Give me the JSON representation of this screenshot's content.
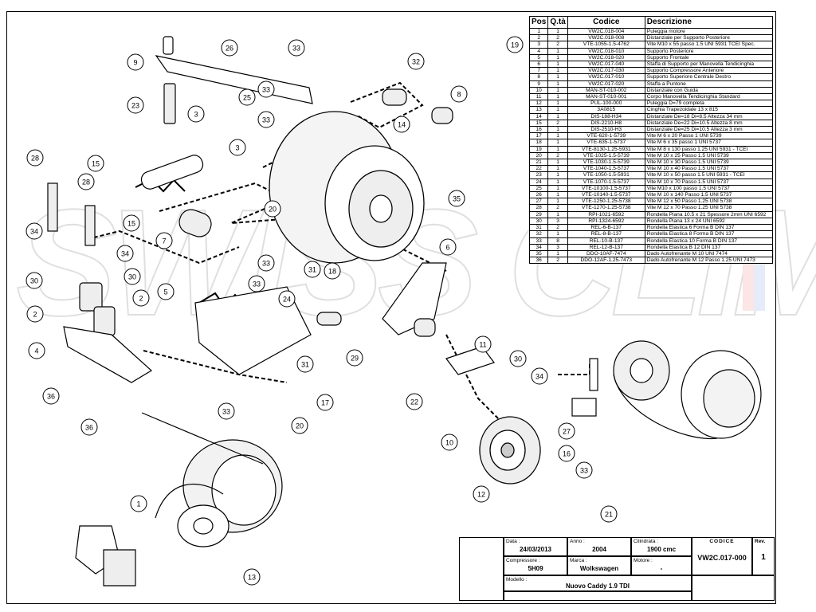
{
  "watermark": "SWISS CLIMA",
  "table": {
    "headers": {
      "pos": "Pos",
      "qty": "Q.tà",
      "code": "Codice",
      "desc": "Descrizione"
    },
    "rows": [
      {
        "pos": "1",
        "qty": "1",
        "code": "VW2C.018-004",
        "desc": "Puleggia motore"
      },
      {
        "pos": "2",
        "qty": "2",
        "code": "VW2C.018-008",
        "desc": "Distanziale per Supporto Posteriore"
      },
      {
        "pos": "3",
        "qty": "2",
        "code": "VTE-1055-1.5-4762",
        "desc": "Vite M10 x 55 passo 1.5 UNI 5931 TCEI Spec."
      },
      {
        "pos": "4",
        "qty": "1",
        "code": "VW2C.018-010",
        "desc": "Supporto Posteriore"
      },
      {
        "pos": "5",
        "qty": "1",
        "code": "VW2C.018-020",
        "desc": "Supporto Frontale"
      },
      {
        "pos": "6",
        "qty": "1",
        "code": "VW2C.017-040",
        "desc": "Staffa di Supporto per Manovella Tendicinghia"
      },
      {
        "pos": "7",
        "qty": "1",
        "code": "VW2C.017-030",
        "desc": "Supporto Compressore Anteriore"
      },
      {
        "pos": "8",
        "qty": "1",
        "code": "VW2C.017-010",
        "desc": "Supporto Superiore Centrale Destro"
      },
      {
        "pos": "9",
        "qty": "1",
        "code": "VW2C.017-020",
        "desc": "Staffa a Puntone"
      },
      {
        "pos": "10",
        "qty": "1",
        "code": "MAN-ST-010-002",
        "desc": "Distanziale con Guida"
      },
      {
        "pos": "11",
        "qty": "1",
        "code": "MAN-ST-010-001",
        "desc": "Corpo Manovella Tendicinghia Standard"
      },
      {
        "pos": "12",
        "qty": "1",
        "code": "PUL-100-000",
        "desc": "Puleggia D=79 completa"
      },
      {
        "pos": "13",
        "qty": "1",
        "code": "3A0815",
        "desc": "Cinghia Trapezoidale 13 x 815"
      },
      {
        "pos": "14",
        "qty": "1",
        "code": "DIS-188-H34",
        "desc": "Distanziale De=18 Di=8.5 Altezza 34 mm"
      },
      {
        "pos": "15",
        "qty": "2",
        "code": "DIS-2210-H8",
        "desc": "Distanziale De=22 Di=10.5 Altezza 8 mm"
      },
      {
        "pos": "16",
        "qty": "1",
        "code": "DIS-2510-H3",
        "desc": "Distanziale De=25 Di=10.5 Altezza 3 mm"
      },
      {
        "pos": "17",
        "qty": "1",
        "code": "VTE-620-1-5739",
        "desc": "Vite M 6 x 20 Passo 1 UNI 5739"
      },
      {
        "pos": "18",
        "qty": "1",
        "code": "VTE-635-1-5737",
        "desc": "Vite M 6 x 35 passo 1 UNI 5737"
      },
      {
        "pos": "19",
        "qty": "1",
        "code": "VTE-8130-1.25-5931",
        "desc": "Vite M 8 x 130 passo 1.25 UNI 5931 - TCEI"
      },
      {
        "pos": "20",
        "qty": "2",
        "code": "VTE-1025-1.5-5739",
        "desc": "Vite M 10 x 25 Passo 1.5 UNI 5739"
      },
      {
        "pos": "21",
        "qty": "1",
        "code": "VTE-1030-1.5-5739",
        "desc": "Vite M 10 x 30 Passo 1.5 UNI 5739"
      },
      {
        "pos": "22",
        "qty": "1",
        "code": "VTE-1040-1.5-5737",
        "desc": "Vite M 10 x 40 Passo 1.5 UNI 5737"
      },
      {
        "pos": "23",
        "qty": "1",
        "code": "VTE-1050-1.5-5931",
        "desc": "Vite M 10 x 50 passo 1.5 UNI 5931 - TCEI"
      },
      {
        "pos": "24",
        "qty": "1",
        "code": "VTE-1070-1.5-5737",
        "desc": "Vite M 10 x 70 Passo 1.5 UNI 5737"
      },
      {
        "pos": "25",
        "qty": "1",
        "code": "VTE-10100-1.5-5737",
        "desc": "Vite M10 x 100 passo 1.5 UNI 5737"
      },
      {
        "pos": "26",
        "qty": "1",
        "code": "VTE-10140-1.5-5737",
        "desc": "Vite M 10 x 140 Passo 1.5 UNI 5737"
      },
      {
        "pos": "27",
        "qty": "1",
        "code": "VTE-1250-1.25-5738",
        "desc": "Vite M 12 x 50 Passo 1.25 UNI 5738"
      },
      {
        "pos": "28",
        "qty": "2",
        "code": "VTE-1270-1.25-5738",
        "desc": "Vite M 12 x 70 Passo 1.25 UNI 5738"
      },
      {
        "pos": "29",
        "qty": "1",
        "code": "RPI-1021-6592",
        "desc": "Rondella Piana 10.5 x 21 Spessore 2mm UNI 6592"
      },
      {
        "pos": "30",
        "qty": "3",
        "code": "RPI-1324-6592",
        "desc": "Rondella Piana 13 x 24 UNI 6592"
      },
      {
        "pos": "31",
        "qty": "2",
        "code": "REL-6-B-137",
        "desc": "Rondella Elastica 6 Forma B DIN 137"
      },
      {
        "pos": "32",
        "qty": "1",
        "code": "REL-8-B-137",
        "desc": "Rondella Elastica 8 Forma B DIN 137"
      },
      {
        "pos": "33",
        "qty": "8",
        "code": "REL-10-B-137",
        "desc": "Rondella Elastica 10 Forma B DIN 137"
      },
      {
        "pos": "34",
        "qty": "3",
        "code": "REL-12-B-137",
        "desc": "Rondella Elastica B 12 DIN 137"
      },
      {
        "pos": "35",
        "qty": "1",
        "code": "DDO-10AF-7474",
        "desc": "Dado Autofrenante M 10 UNI 7474"
      },
      {
        "pos": "36",
        "qty": "2",
        "code": "DDO-12AF-1.25-7473",
        "desc": "Dado Autofrenante M 12 Passo 1.25 UNI 7473"
      }
    ]
  },
  "title_block": {
    "data_label": "Data :",
    "data_value": "24/03/2013",
    "anno_label": "Anno :",
    "anno_value": "2004",
    "cilindrata_label": "Cilindrata :",
    "cilindrata_value": "1900 cmc",
    "codice_label": "CODICE",
    "codice_value": "VW2C.017-000",
    "rev_label": "Rev.",
    "rev_value": "1",
    "compressore_label": "Compressore :",
    "compressore_value": "5H09",
    "marca_label": "Marca :",
    "marca_value": "Wolkswagen",
    "motore_label": "Motore :",
    "motore_value": "-",
    "modello_label": "Modello :",
    "modello_value": "Nuovo Caddy 1.9 TDI"
  },
  "callouts": [
    "9",
    "26",
    "33",
    "33",
    "23",
    "25",
    "3",
    "33",
    "3",
    "28",
    "15",
    "15",
    "28",
    "7",
    "34",
    "34",
    "30",
    "30",
    "2",
    "2",
    "4",
    "36",
    "36",
    "5",
    "33",
    "24",
    "18",
    "31",
    "20",
    "33",
    "31",
    "29",
    "17",
    "20",
    "33",
    "22",
    "19",
    "32",
    "8",
    "14",
    "35",
    "6",
    "11",
    "30",
    "34",
    "27",
    "10",
    "16",
    "33",
    "12",
    "21",
    "1",
    "13"
  ]
}
